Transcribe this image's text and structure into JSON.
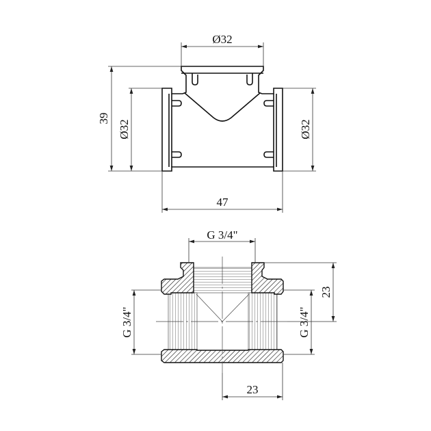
{
  "top_view": {
    "dim_top": "Ø32",
    "dim_height": "39",
    "dim_left": "Ø32",
    "dim_right": "Ø32",
    "dim_width": "47"
  },
  "section_view": {
    "dim_top": "G 3/4\"",
    "dim_left": "G 3/4\"",
    "dim_right": "G 3/4\"",
    "dim_right_height": "23",
    "dim_bottom": "23"
  },
  "colors": {
    "line": "#111111",
    "background": "#ffffff"
  }
}
